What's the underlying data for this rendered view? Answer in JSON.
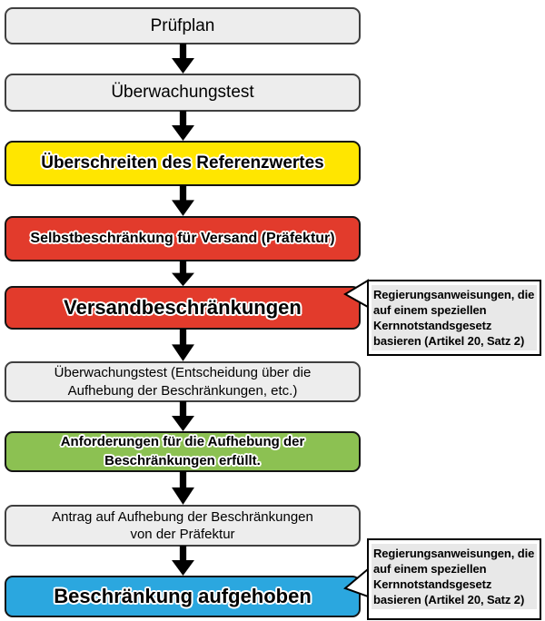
{
  "flowchart": {
    "nodes": [
      {
        "label": "Prüfplan",
        "type": "grey"
      },
      {
        "label": "Überwachungstest",
        "type": "grey"
      },
      {
        "label": "Überschreiten des Referenzwertes",
        "type": "yellow"
      },
      {
        "label": "Selbstbeschränkung für Versand (Präfektur)",
        "type": "red"
      },
      {
        "label": "Versandbeschränkungen",
        "type": "red"
      },
      {
        "label": "Überwachungstest (Entscheidung über die\nAufhebung der Beschränkungen, etc.)",
        "type": "grey"
      },
      {
        "label": "Anforderungen für die Aufhebung der\nBeschränkungen erfüllt.",
        "type": "green"
      },
      {
        "label": "Antrag auf Aufhebung der Beschränkungen\nvon der Präfektur",
        "type": "grey"
      },
      {
        "label": "Beschränkung aufgehoben",
        "type": "blue"
      }
    ],
    "annotations": [
      {
        "text": "Regierungsanweisungen, die\nauf einem speziellen\nKernnotstandsgesetz\nbasieren (Artikel 20, Satz 2)",
        "attached_to": "Versandbeschränkungen"
      },
      {
        "text": "Regierungsanweisungen, die\nauf einem speziellen\nKernnotstandsgesetz\nbasieren (Artikel 20, Satz 2)",
        "attached_to": "Beschränkung aufgehoben"
      }
    ],
    "colors": {
      "grey_fill": "#EDEDED",
      "yellow_fill": "#FFE600",
      "red_fill": "#E23B2C",
      "green_fill": "#8CC152",
      "blue_fill": "#2BA7DF",
      "annotation_fill": "#E8E8E8",
      "border": "#141414",
      "arrow": "#000000"
    }
  }
}
